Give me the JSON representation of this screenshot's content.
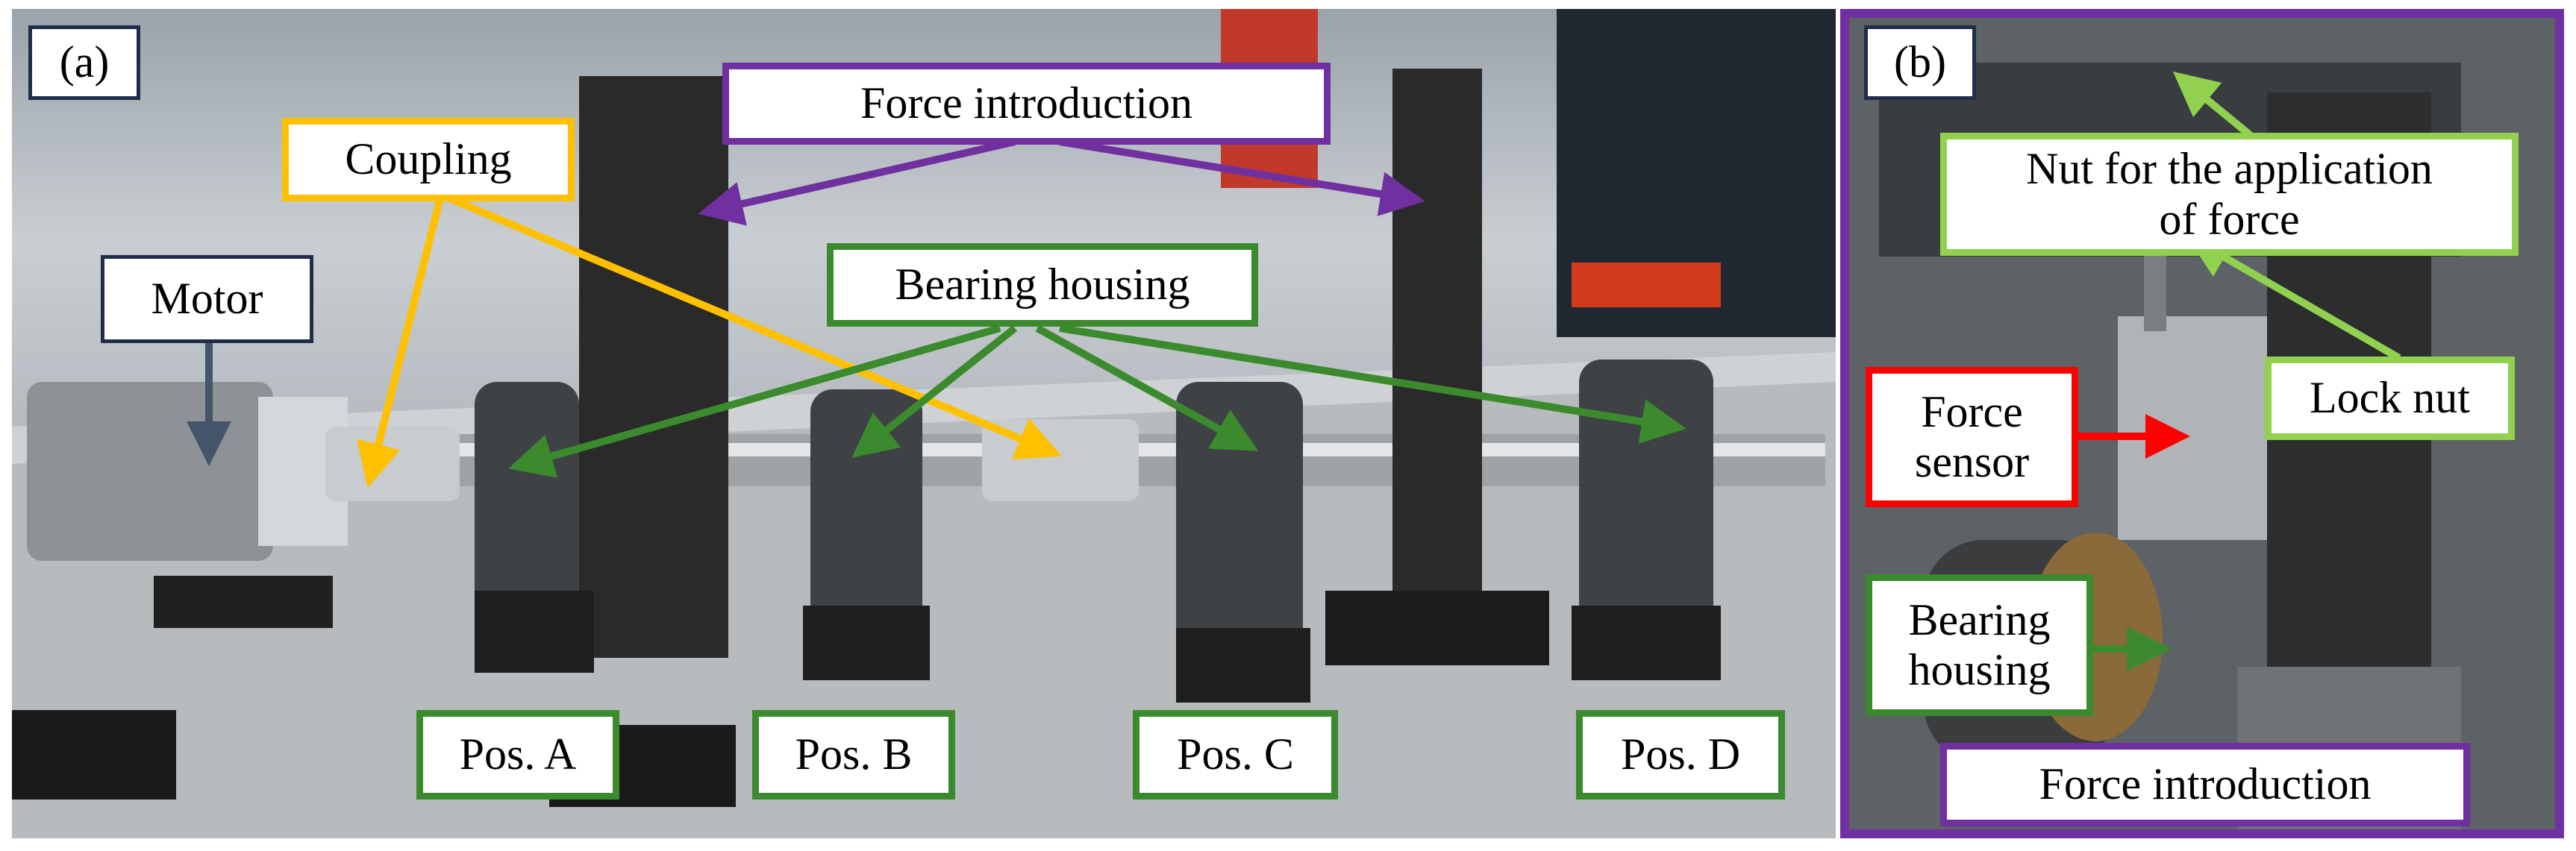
{
  "panel_a": {
    "tag": "(a)",
    "labels": {
      "force_introduction": "Force introduction",
      "coupling": "Coupling",
      "motor": "Motor",
      "bearing_housing": "Bearing housing",
      "pos_a": "Pos. A",
      "pos_b": "Pos. B",
      "pos_c": "Pos. C",
      "pos_d": "Pos. D"
    }
  },
  "panel_b": {
    "tag": "(b)",
    "labels": {
      "nut_line1": "Nut for the application",
      "nut_line2": "of force",
      "lock_nut": "Lock nut",
      "force_sensor_line1": "Force",
      "force_sensor_line2": "sensor",
      "bearing_line1": "Bearing",
      "bearing_line2": "housing",
      "force_introduction": "Force introduction"
    }
  },
  "colors": {
    "bearing_green": "#3c8a2e",
    "light_green": "#92d050",
    "force_purple": "#7030a0",
    "coupling_orange": "#ffc000",
    "sensor_red": "#ff0000",
    "motor_navy": "#1f2d4b"
  }
}
